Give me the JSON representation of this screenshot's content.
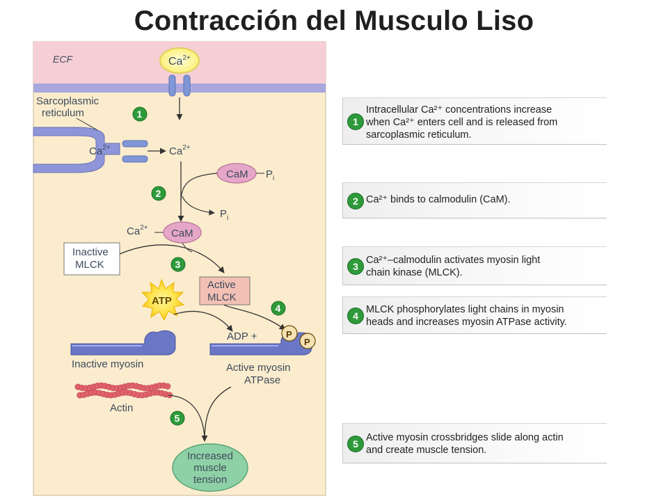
{
  "title": "Contracción del Musculo Liso",
  "diagram": {
    "ecf_label": "ECF",
    "ca2": "Ca",
    "ca2_sup": "2+",
    "sr_label_1": "Sarcoplasmic",
    "sr_label_2": "reticulum",
    "cam": "CaM",
    "pi": "P",
    "pi_sub": "i",
    "inactive_mlck_1": "Inactive",
    "inactive_mlck_2": "MLCK",
    "active_mlck_1": "Active",
    "active_mlck_2": "MLCK",
    "atp": "ATP",
    "adp": "ADP +",
    "p": "P",
    "inactive_myosin": "Inactive myosin",
    "active_myosin_1": "Active myosin",
    "active_myosin_2": "ATPase",
    "actin": "Actin",
    "tension_1": "Increased",
    "tension_2": "muscle",
    "tension_3": "tension",
    "markers": [
      "1",
      "2",
      "3",
      "4",
      "5"
    ]
  },
  "steps": [
    {
      "num": "1",
      "lines": [
        "Intracellular Ca²⁺ concentrations increase",
        "when Ca²⁺ enters cell and is released from",
        "sarcoplasmic reticulum."
      ]
    },
    {
      "num": "2",
      "lines": [
        "Ca²⁺ binds to calmodulin (CaM)."
      ]
    },
    {
      "num": "3",
      "lines": [
        "Ca²⁺–calmodulin activates myosin light",
        "chain kinase (MLCK)."
      ]
    },
    {
      "num": "4",
      "lines": [
        "MLCK phosphorylates light chains in myosin",
        "heads and increases myosin ATPase activity."
      ]
    },
    {
      "num": "5",
      "lines": [
        "Active myosin crossbridges slide along actin",
        "and create muscle tension."
      ]
    }
  ],
  "colors": {
    "cytoplasm": "#fbeccd",
    "ecf": "#f6cfd4",
    "membrane": "#a9a8de",
    "sr": "#8e95d8",
    "cam": "#e6a6c8",
    "marker": "#2e9a3a",
    "mlck_active": "#f3c0b5",
    "tension": "#8fd1a6",
    "actin": "#e0626c",
    "myosin": "#6a77c6"
  }
}
